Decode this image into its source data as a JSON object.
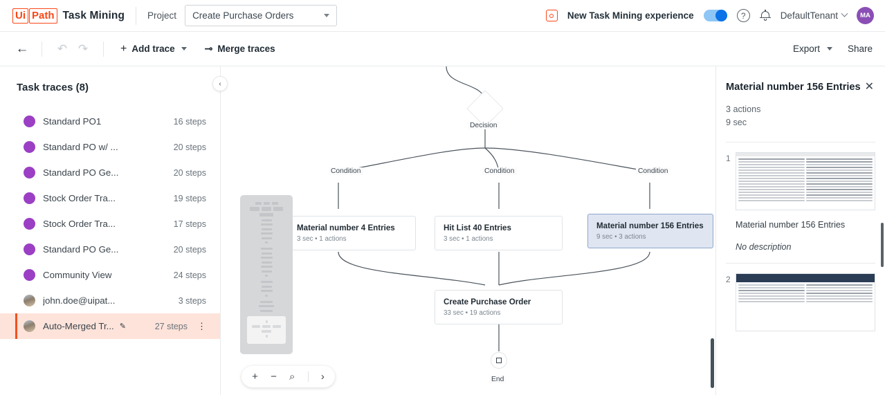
{
  "topbar": {
    "logo_ui": "Ui",
    "logo_path": "Path",
    "product": "Task Mining",
    "project_label": "Project",
    "project_value": "Create Purchase Orders",
    "experience_label": "New Task Mining experience",
    "experience_toggle_on": true,
    "help_icon": "?",
    "tenant": "DefaultTenant",
    "avatar_initials": "MA",
    "accent_orange": "#fa4616",
    "toggle_blue": "#0b72e7",
    "avatar_purple": "#8a4fb5"
  },
  "actionbar": {
    "back": "←",
    "undo": "↶",
    "redo": "↷",
    "add_trace": "Add trace",
    "plus": "+",
    "merge_traces": "Merge traces",
    "merge_icon": "⊸",
    "export": "Export",
    "share": "Share"
  },
  "sidebar": {
    "title_prefix": "Task traces (",
    "count": "8",
    "title_suffix": ")",
    "collapse_icon": "‹",
    "items": [
      {
        "name": "Standard PO1",
        "steps": "16 steps",
        "avatar": "purple",
        "selected": false,
        "editable": false
      },
      {
        "name": "Standard PO w/ ...",
        "steps": "20 steps",
        "avatar": "purple",
        "selected": false,
        "editable": false
      },
      {
        "name": "Standard PO Ge...",
        "steps": "20 steps",
        "avatar": "purple",
        "selected": false,
        "editable": false
      },
      {
        "name": "Stock Order Tra...",
        "steps": "19 steps",
        "avatar": "purple",
        "selected": false,
        "editable": false
      },
      {
        "name": "Stock Order Tra...",
        "steps": "17 steps",
        "avatar": "purple",
        "selected": false,
        "editable": false
      },
      {
        "name": "Standard PO Ge...",
        "steps": "20 steps",
        "avatar": "purple",
        "selected": false,
        "editable": false
      },
      {
        "name": "Community View",
        "steps": "24 steps",
        "avatar": "purple",
        "selected": false,
        "editable": false
      },
      {
        "name": "john.doe@uipat...",
        "steps": "3 steps",
        "avatar": "photo",
        "selected": false,
        "editable": false
      },
      {
        "name": "Auto-Merged Tr...",
        "steps": "27 steps",
        "avatar": "photo",
        "selected": true,
        "editable": true
      }
    ],
    "pencil_icon": "✎",
    "kebab_icon": "⋮"
  },
  "canvas": {
    "decision_label": "Decision",
    "condition_labels": [
      "Condition",
      "Condition",
      "Condition"
    ],
    "nodes": [
      {
        "title": "Material number 4 Entries",
        "meta": "3 sec • 1 actions",
        "selected": false
      },
      {
        "title": "Hit List 40 Entries",
        "meta": "3 sec • 1 actions",
        "selected": false
      },
      {
        "title": "Material number 156 Entries",
        "meta": "9 sec • 3 actions",
        "selected": true
      },
      {
        "title": "Create Purchase Order",
        "meta": "33 sec • 19 actions",
        "selected": false
      }
    ],
    "end_label": "End",
    "zoom_controls": {
      "zoom_in": "+",
      "zoom_out": "−",
      "fit": "⌕",
      "expand": "›"
    }
  },
  "rightpanel": {
    "title": "Material number 156 Entries",
    "close_icon": "✕",
    "actions": "3 actions",
    "duration": "9 sec",
    "items": [
      {
        "number": "1",
        "caption": "Material number 156 Entries",
        "description": "No description",
        "thumb_style": "light"
      },
      {
        "number": "2",
        "caption": "",
        "description": "",
        "thumb_style": "dark"
      }
    ]
  }
}
